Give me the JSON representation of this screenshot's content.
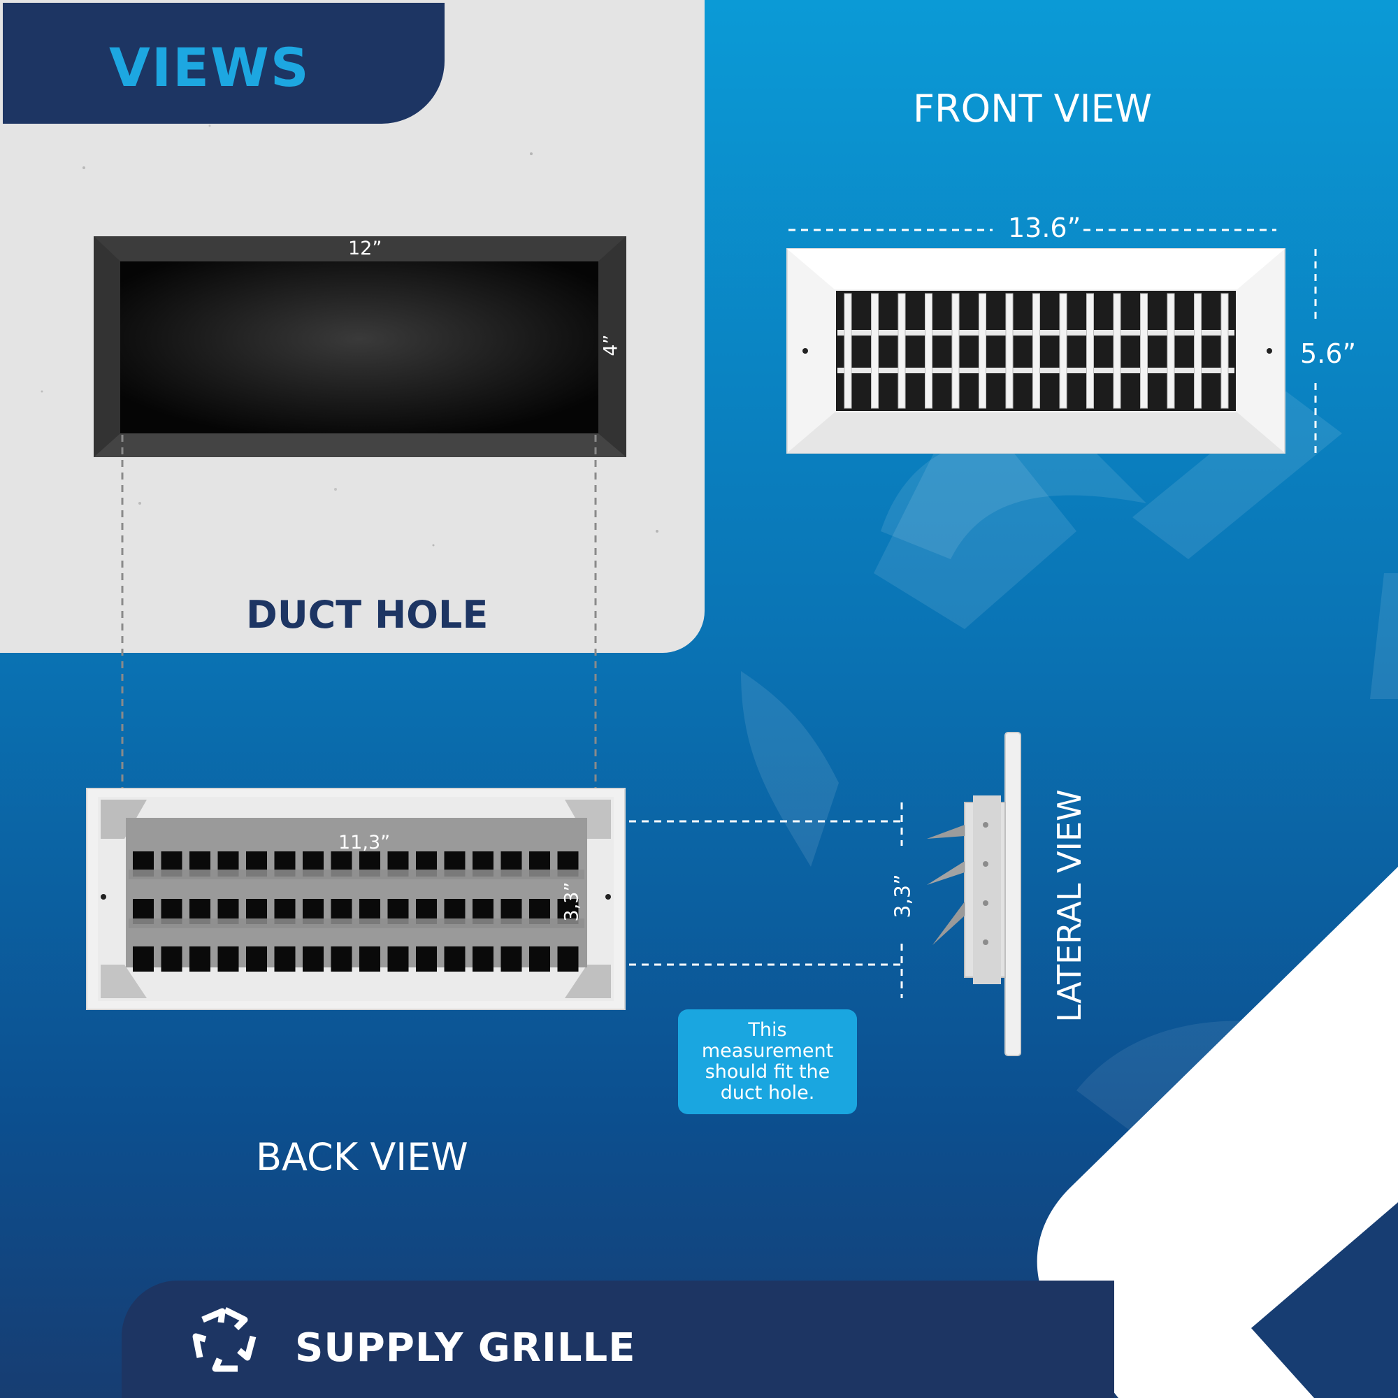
{
  "header": {
    "title": "VIEWS"
  },
  "duct_hole": {
    "title": "DUCT HOLE",
    "width_label": "12”",
    "height_label": "4”"
  },
  "front_view": {
    "title": "FRONT VIEW",
    "width_label": "13.6”",
    "height_label": "5.6”"
  },
  "back_view": {
    "title": "BACK VIEW",
    "inner_width_label": "11,3”",
    "inner_height_label": "3,3”"
  },
  "lateral_view": {
    "title": "LATERAL VIEW",
    "height_label": "3,3”"
  },
  "note": {
    "text": "This measurement should fit the duct hole."
  },
  "footer": {
    "brand": "SUPPLY GRILLE",
    "logo_icon": "grille-logo-icon"
  },
  "colors": {
    "navy": "#1d3563",
    "accent_blue": "#1da7e1",
    "background_blue": "#0a74b5",
    "white": "#ffffff"
  }
}
